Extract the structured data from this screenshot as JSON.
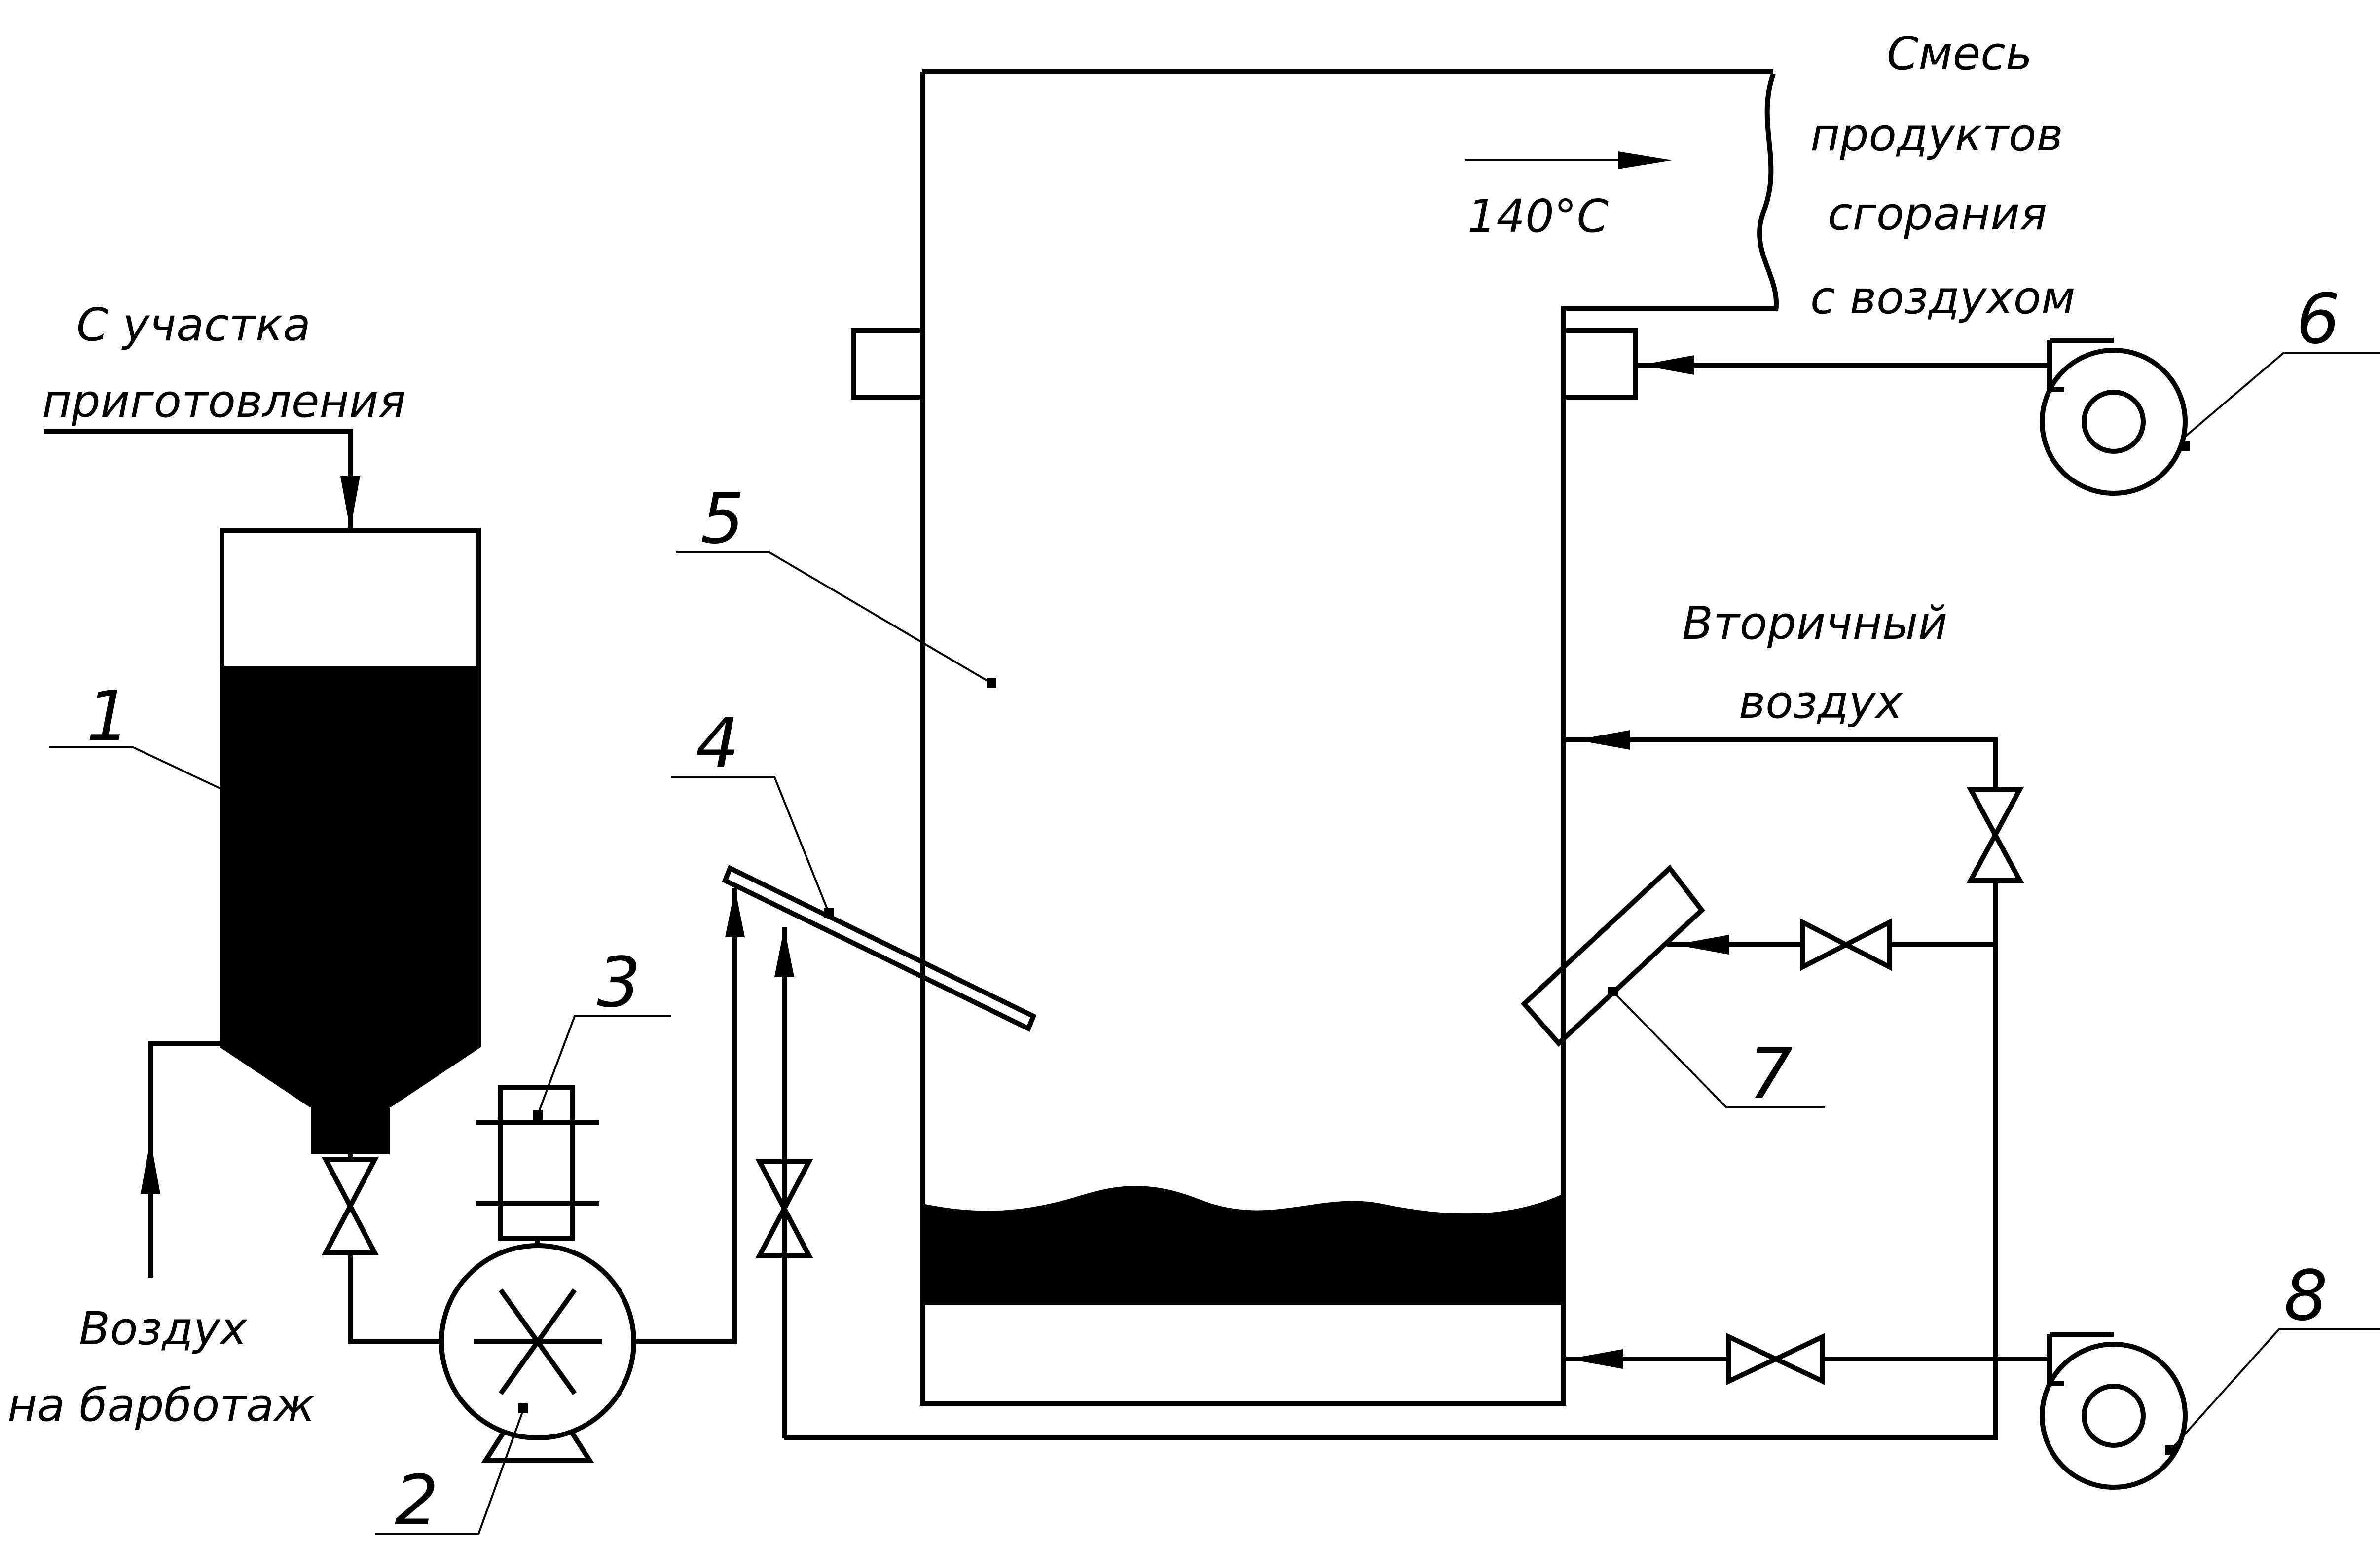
{
  "labels": {
    "from_preparation_line1": "С участка",
    "from_preparation_line2": "приготовления",
    "air_bubbling_line1": "Воздух",
    "air_bubbling_line2": "на барботаж",
    "temperature": "140°С",
    "exhaust_line1": "Смесь",
    "exhaust_line2": "продуктов",
    "exhaust_line3": "сгорания",
    "exhaust_line4": "с воздухом",
    "secondary_air_line1": "Вторичный",
    "secondary_air_line2": "воздух"
  },
  "positions": {
    "p1": "1",
    "p2": "2",
    "p3": "3",
    "p4": "4",
    "p5": "5",
    "p6": "6",
    "p7": "7",
    "p8": "8"
  }
}
